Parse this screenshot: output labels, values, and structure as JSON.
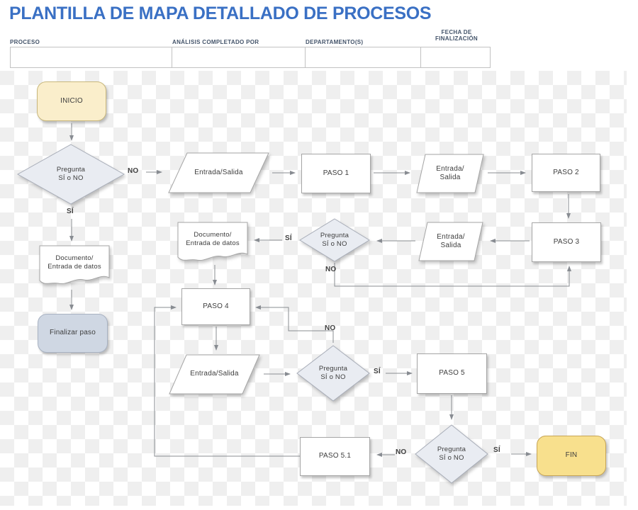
{
  "header": {
    "title": "PLANTILLA DE MAPA DETALLADO DE PROCESOS",
    "fields": [
      {
        "label": "PROCESO",
        "value": ""
      },
      {
        "label": "ANÁLISIS COMPLETADO POR",
        "value": ""
      },
      {
        "label": "DEPARTAMENTO(S)",
        "value": ""
      },
      {
        "label": "FECHA DE\nFINALIZACIÓN",
        "value": ""
      }
    ]
  },
  "nodes": {
    "inicio": {
      "type": "terminator",
      "label": "INICIO"
    },
    "pregunta1": {
      "type": "decision",
      "label": "Pregunta\nSÍ o NO"
    },
    "entrada_salida1": {
      "type": "input-output",
      "label": "Entrada/Salida"
    },
    "paso1": {
      "type": "process",
      "label": "PASO 1"
    },
    "entrada_salida2": {
      "type": "input-output",
      "label": "Entrada/\nSalida"
    },
    "paso2": {
      "type": "process",
      "label": "PASO 2"
    },
    "paso3": {
      "type": "process",
      "label": "PASO 3"
    },
    "entrada_salida3": {
      "type": "input-output",
      "label": "Entrada/\nSalida"
    },
    "pregunta2": {
      "type": "decision",
      "label": "Pregunta\nSÍ o NO"
    },
    "documento2": {
      "type": "document",
      "label": "Documento/\nEntrada de datos"
    },
    "documento1": {
      "type": "document",
      "label": "Documento/\nEntrada de datos"
    },
    "finalizar": {
      "type": "terminator",
      "label": "Finalizar paso"
    },
    "paso4": {
      "type": "process",
      "label": "PASO 4"
    },
    "entrada_salida4": {
      "type": "input-output",
      "label": "Entrada/Salida"
    },
    "pregunta3": {
      "type": "decision",
      "label": "Pregunta\nSÍ o NO"
    },
    "paso5": {
      "type": "process",
      "label": "PASO 5"
    },
    "pregunta4": {
      "type": "decision",
      "label": "Pregunta\nSÍ o NO"
    },
    "paso5_1": {
      "type": "process",
      "label": "PASO 5.1"
    },
    "fin": {
      "type": "terminator",
      "label": "FIN"
    }
  },
  "edge_labels": {
    "pregunta1_no": "NO",
    "pregunta1_si": "SÍ",
    "pregunta2_si": "SÍ",
    "pregunta2_no": "NO",
    "pregunta3_no": "NO",
    "pregunta3_si": "SÍ",
    "pregunta4_no": "NO",
    "pregunta4_si": "SÍ"
  },
  "colors": {
    "title_blue": "#3a70c4",
    "label_navy": "#44546a",
    "terminator_start_fill": "#faeecb",
    "terminator_end_fill": "#f8e08d",
    "terminator_finish_fill": "#cfd7e3",
    "decision_fill": "#e9ecf2",
    "shape_fill": "#ffffff",
    "shape_border": "#a5a5a5",
    "connector_gray": "#888c92",
    "checker_gray": "#efefef"
  }
}
